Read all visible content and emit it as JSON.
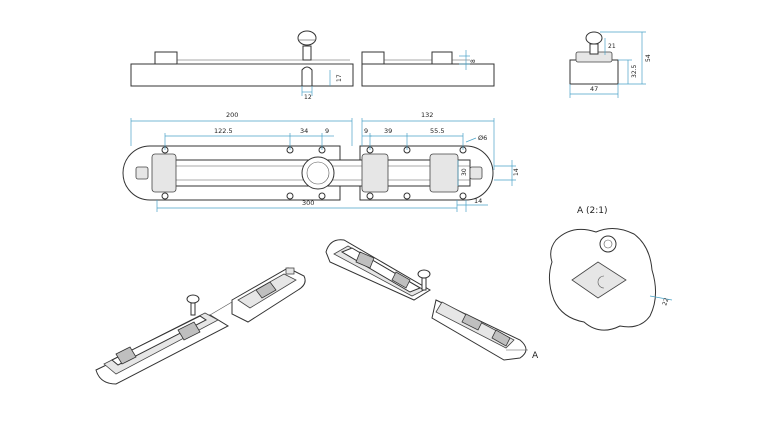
{
  "dimensions": {
    "side_height_8": "8",
    "side_slot_17": "17",
    "side_slot_12": "12",
    "top_len_200": "200",
    "top_len_132": "132",
    "top_122_5": "122.5",
    "top_34": "34",
    "top_9_left": "9",
    "top_9_right": "9",
    "top_39": "39",
    "top_55_5": "55.5",
    "top_hole_dia": "Ø6",
    "top_30": "30",
    "top_14_right": "14",
    "top_total_300": "300",
    "top_14_bottom": "14",
    "end_21": "21",
    "end_32_5": "32.5",
    "end_54": "54",
    "end_47": "47",
    "detail_22": "22"
  },
  "labels": {
    "detail_title": "A (2:1)",
    "detail_marker": "A"
  },
  "colors": {
    "line": "#333333",
    "dimension": "#4aa3c7",
    "shade": "#e6e6e6"
  }
}
